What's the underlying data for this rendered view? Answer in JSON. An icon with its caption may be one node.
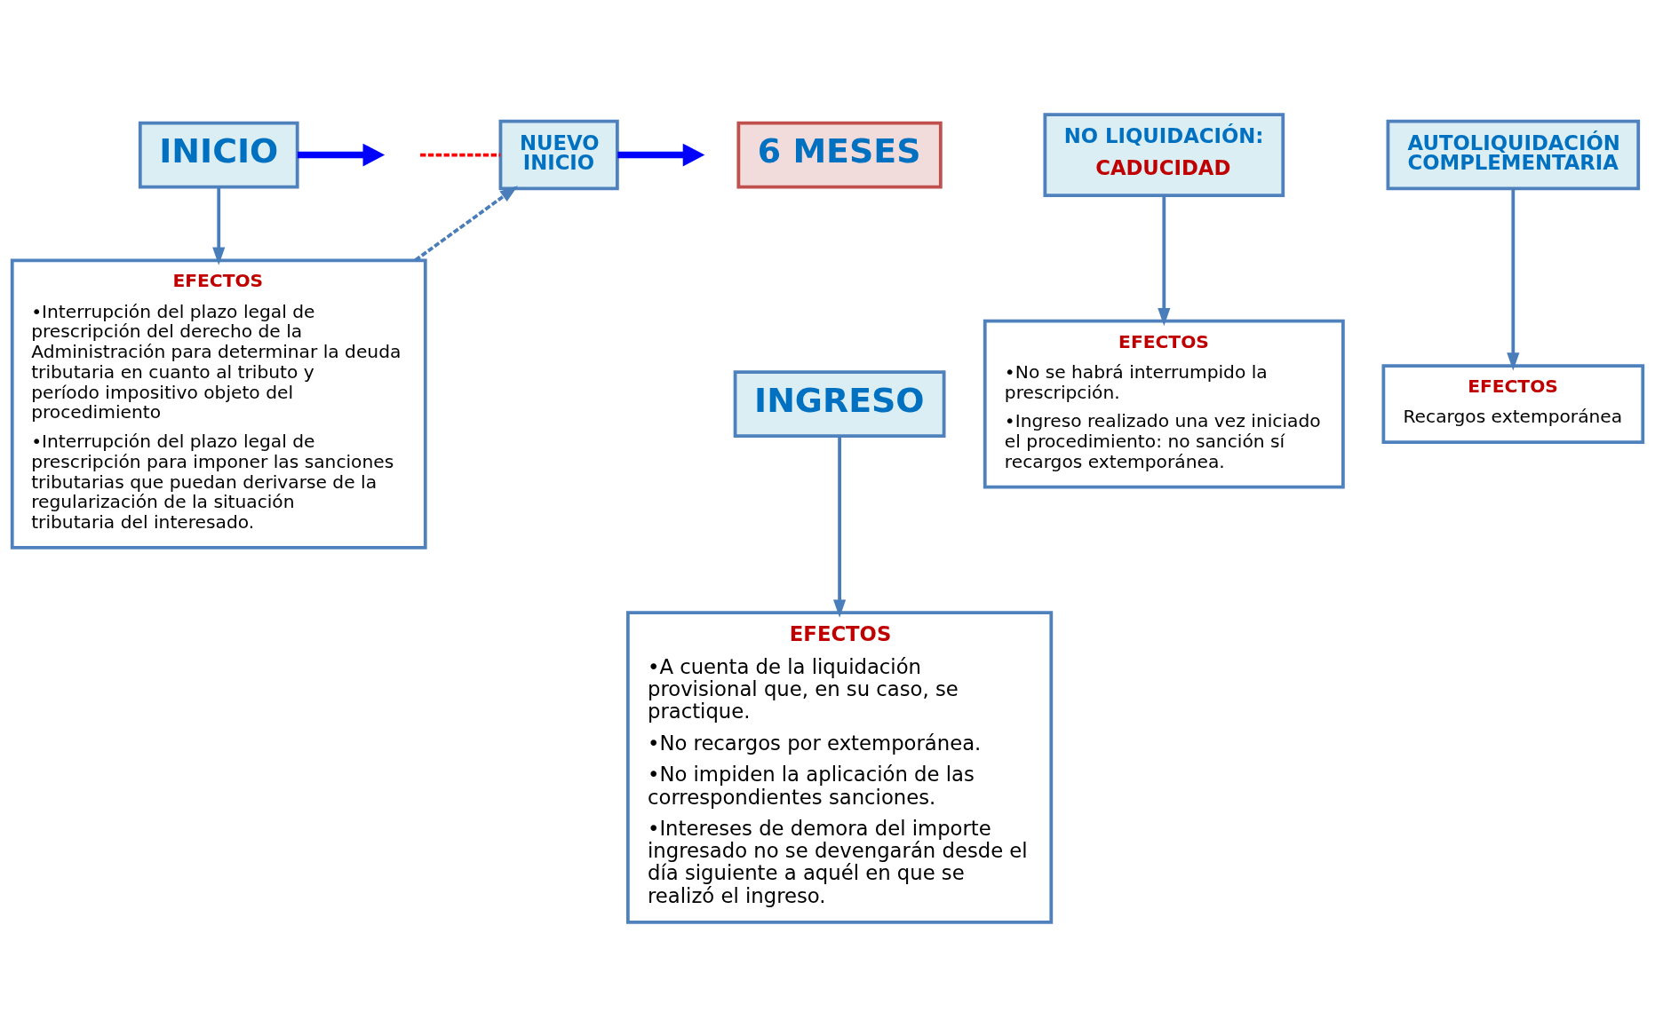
{
  "diagram": {
    "nodes": [
      {
        "text": [
          "INICIO"
        ]
      },
      {
        "text": [
          "6 MESES"
        ]
      },
      {
        "text": [
          "NUEVO INICIO"
        ]
      },
      {
        "text": [
          "INGRESO"
        ]
      },
      {
        "text": [
          "NO LIQUIDACIÓN:",
          "CADUCIDAD"
        ]
      },
      {
        "text": [
          "AUTOLIQUIDACIÓN COMPLEMENTARIA"
        ]
      },
      {
        "text": [
          "EFECTOS",
          "•Interrupción del plazo legal de prescripción del derecho de la Administración para determinar la deuda tributaria en cuanto al tributo y período impositivo objeto del procedimiento",
          "•Interrupción del plazo legal de prescripción para imponer las sanciones tributarias que puedan derivarse de la regularización de la situación tributaria del interesado."
        ]
      },
      {
        "text": [
          "EFECTOS",
          "•A cuenta de la liquidación provisional que, en su caso, se practique.",
          "•No recargos por extemporánea.",
          "•No impiden la aplicación de las correspondientes sanciones.",
          "•Intereses de demora del importe ingresado no se devengarán desde el día siguiente a aquél en que se realizó el ingreso."
        ]
      },
      {
        "text": [
          "EFECTOS",
          "•No se habrá interrumpido la prescripción.",
          "•Ingreso realizado una vez iniciado el procedimiento: no sanción sí recargos extemporánea."
        ]
      },
      {
        "text": [
          "EFECTOS",
          "Recargos extemporánea"
        ]
      }
    ],
    "edges": [
      {
        "from": 0,
        "to": null,
        "arrow": "to",
        "style": "thick",
        "color": "#0000ff"
      },
      {
        "from": null,
        "to": 2,
        "arrow": "none",
        "style": "dashed",
        "color": "#ff0000"
      },
      {
        "from": 2,
        "to": null,
        "arrow": "to",
        "style": "thick",
        "color": "#0000ff"
      },
      {
        "from": 0,
        "to": 6,
        "arrow": "to"
      },
      {
        "from": 3,
        "to": 7,
        "arrow": "to"
      },
      {
        "from": 4,
        "to": 8,
        "arrow": "to"
      },
      {
        "from": 5,
        "to": 9,
        "arrow": "to"
      },
      {
        "from": 6,
        "to": 2,
        "arrow": "to",
        "style": "dashed"
      }
    ]
  }
}
